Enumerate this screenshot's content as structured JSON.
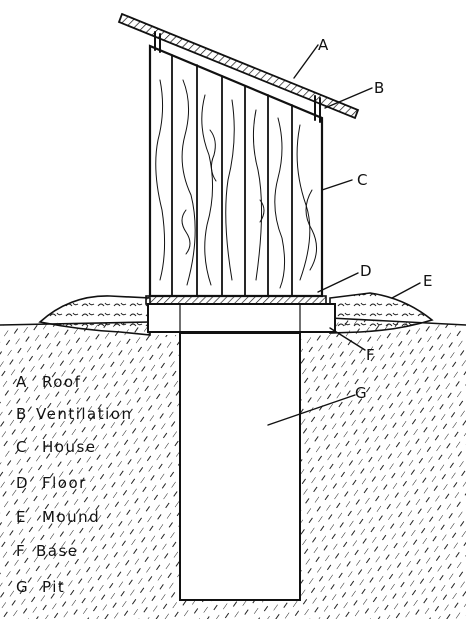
{
  "labels": {
    "A": "A",
    "B": "B",
    "C": "C",
    "D": "D",
    "E": "E",
    "F": "F",
    "G": "G"
  },
  "legend": [
    {
      "letter": "A",
      "text": "Roof"
    },
    {
      "letter": "B",
      "text": "Ventilation"
    },
    {
      "letter": "C",
      "text": "House"
    },
    {
      "letter": "D",
      "text": "Floor"
    },
    {
      "letter": "E",
      "text": "Mound"
    },
    {
      "letter": "F",
      "text": "Base"
    },
    {
      "letter": "G",
      "text": "Pit"
    }
  ]
}
